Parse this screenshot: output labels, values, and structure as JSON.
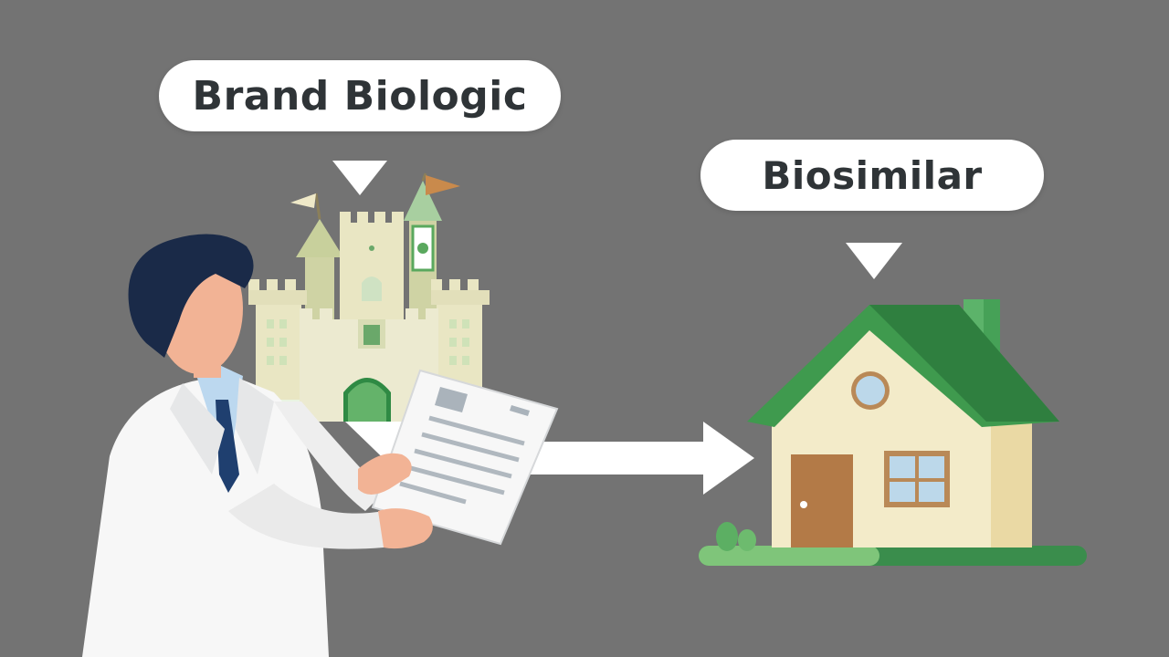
{
  "labels": {
    "brand": "Brand Biologic",
    "biosimilar": "Biosimilar"
  },
  "icons": {
    "brand": "castle-icon",
    "biosimilar": "house-icon",
    "person": "scientist-figure",
    "document": "document-icon",
    "arrow": "arrow-right-icon"
  },
  "colors": {
    "background": "#737373",
    "label_bg": "#ffffff",
    "label_text": "#2f3437",
    "castle": "#e9e6c3",
    "house_roof": "#3f9a4e",
    "house_wall": "#f3ebc9",
    "door": "#b37a47",
    "lab_coat": "#ffffff",
    "hair": "#1a2a48",
    "skin": "#f2b395"
  }
}
